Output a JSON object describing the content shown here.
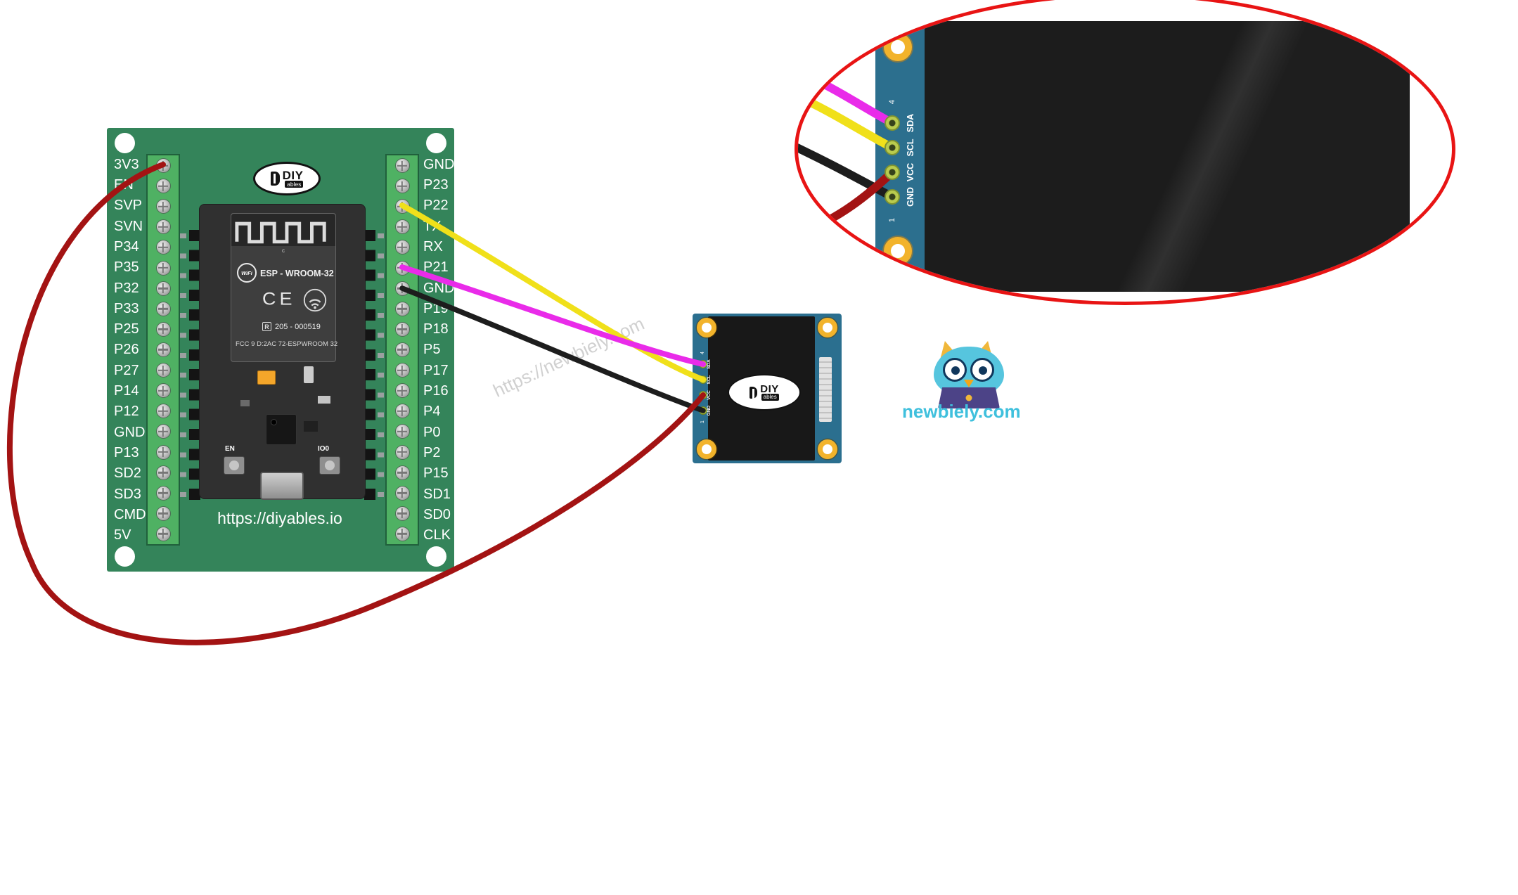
{
  "esp32_board": {
    "left_pins": [
      "3V3",
      "EN",
      "SVP",
      "SVN",
      "P34",
      "P35",
      "P32",
      "P33",
      "P25",
      "P26",
      "P27",
      "P14",
      "P12",
      "GND",
      "P13",
      "SD2",
      "SD3",
      "CMD",
      "5V"
    ],
    "right_pins": [
      "GND",
      "P23",
      "P22",
      "TX",
      "RX",
      "P21",
      "GND",
      "P19",
      "P18",
      "P5",
      "P17",
      "P16",
      "P4",
      "P0",
      "P2",
      "P15",
      "SD1",
      "SD0",
      "CLK"
    ],
    "url": "https://diyables.io",
    "logo": {
      "diy": "DIY",
      "ables": "ables"
    },
    "module": {
      "top_mark": "c",
      "wifi_badge": "WiFi",
      "name": "ESP - WROOM-32",
      "ce": "CE",
      "reg": "R",
      "serial": "205 - 000519",
      "fcc": "FCC 9 D:2AC 72-ESPWROOM 32",
      "btn_en": "EN",
      "btn_boot": "IO0"
    }
  },
  "oled": {
    "pins": [
      "SDA",
      "SCL",
      "VCC",
      "GND"
    ],
    "pin_top": "4",
    "pin_bottom": "1",
    "logo": {
      "diy": "DIY",
      "ables": "ables"
    }
  },
  "inset": {
    "pins": [
      "SDA",
      "SCL",
      "VCC",
      "GND"
    ],
    "pin_top": "4",
    "pin_bottom": "1"
  },
  "wires": [
    {
      "signal": "SCL",
      "color": "#f0e01a",
      "from": "ESP32 P22",
      "to": "OLED SCL"
    },
    {
      "signal": "SDA",
      "color": "#e92be9",
      "from": "ESP32 P21",
      "to": "OLED SDA"
    },
    {
      "signal": "GND",
      "color": "#1d1d1d",
      "from": "ESP32 GND",
      "to": "OLED GND"
    },
    {
      "signal": "VCC",
      "color": "#a31313",
      "from": "ESP32 3V3",
      "to": "OLED VCC"
    }
  ],
  "watermarks": {
    "diyables": "https://diyables.io",
    "newbiely": "https://newbiely.com"
  },
  "brand": {
    "site": "newbiely.com"
  }
}
